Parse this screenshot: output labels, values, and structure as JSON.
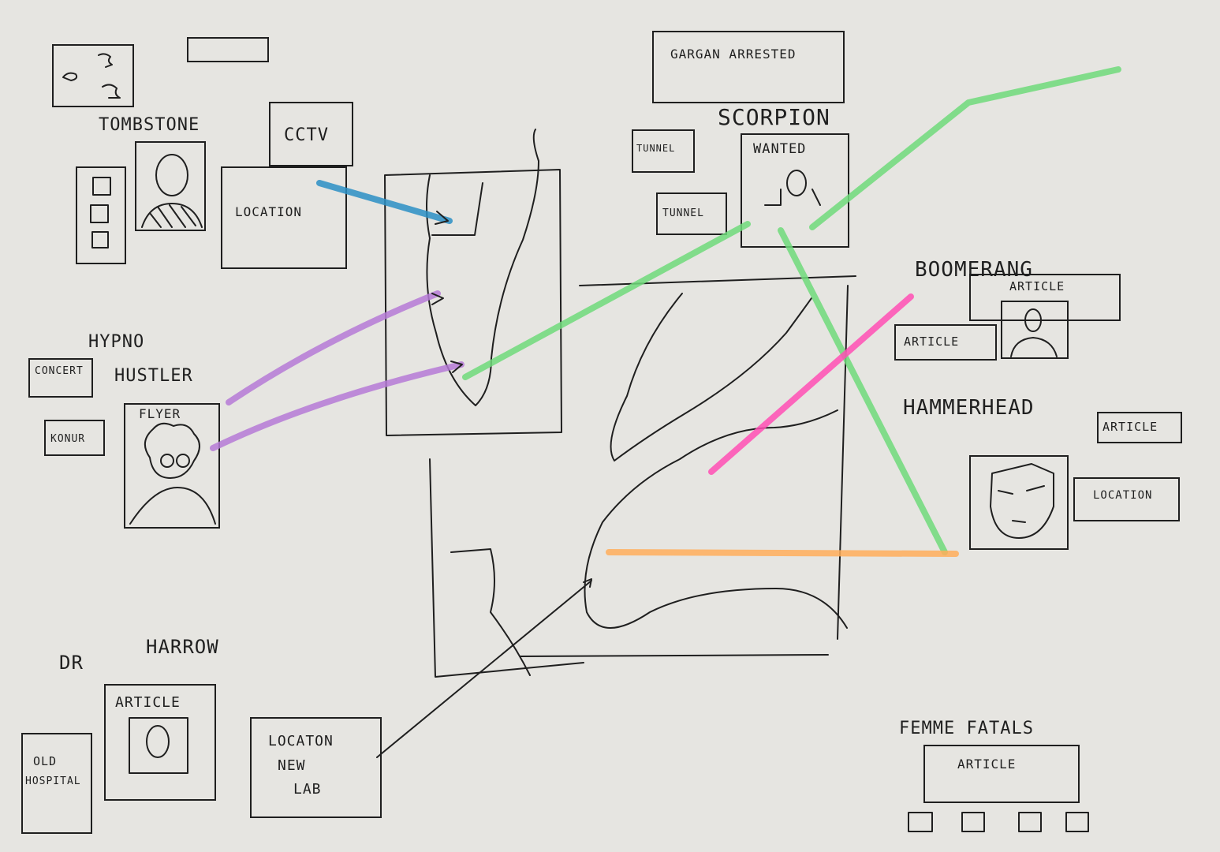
{
  "villains": {
    "tombstone": {
      "name": "TOMBSTONE",
      "cards": {
        "cctv": "CCTV",
        "location": "LOCATION"
      }
    },
    "hypno_hustler": {
      "name_line1": "HYPNO",
      "name_line2": "HUSTLER",
      "cards": {
        "concert": "CONCERT",
        "flyer": "FLYER",
        "small": "KONUR"
      }
    },
    "dr_harrow": {
      "name_line1": "DR",
      "name_line2": "HARROW",
      "cards": {
        "article": "ARTICLE",
        "old_hospital_1": "OLD",
        "old_hospital_2": "HOSPITAL",
        "new_lab_1": "LOCATON",
        "new_lab_2": "NEW",
        "new_lab_3": "LAB"
      }
    },
    "scorpion": {
      "name": "SCORPION",
      "cards": {
        "wanted": "WANTED",
        "tunnel_1": "TUNNEL",
        "tunnel_2": "TUNNEL"
      }
    },
    "gargan": {
      "label": "GARGAN ARRESTED"
    },
    "boomerang": {
      "name": "BOOMERANG",
      "cards": {
        "article_1": "ARTICLE",
        "article_2": "ARTICLE"
      }
    },
    "hammerhead": {
      "name": "HAMMERHEAD",
      "cards": {
        "article": "ARTICLE",
        "location": "LOCATION"
      }
    },
    "femme_fatales": {
      "name": "FEMME FATALS",
      "cards": {
        "article": "ARTICLE"
      }
    }
  },
  "colors": {
    "paper": "#e6e5e1",
    "ink": "#1f1f1f",
    "blue": "#2a8fc4",
    "purple": "#b57ad6",
    "green": "#6fdb7a",
    "pink": "#ff4fb4",
    "orange": "#ffae5a"
  },
  "icons": [
    "map-sketch-icon",
    "portrait-icon",
    "door-icon"
  ]
}
